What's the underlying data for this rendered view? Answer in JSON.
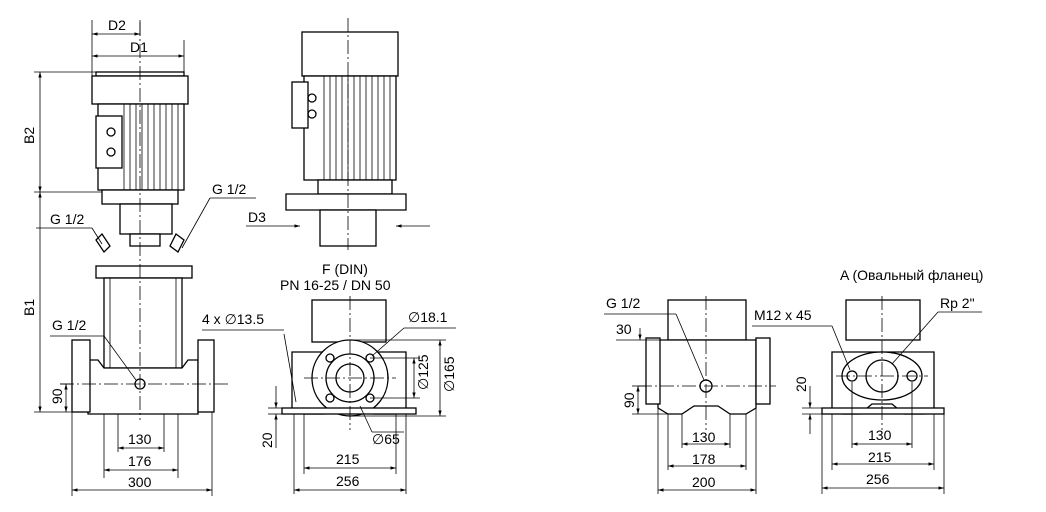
{
  "views": {
    "front": {
      "labels": {
        "d2": "D2",
        "d1": "D1",
        "b2": "B2",
        "b1": "B1",
        "g12_right": "G 1/2",
        "g12_left": "G 1/2",
        "g12_low": "G 1/2",
        "h90": "90",
        "w130": "130",
        "w176": "176",
        "w300": "300"
      }
    },
    "motor_side": {
      "labels": {
        "d3": "D3"
      }
    },
    "din": {
      "labels": {
        "title1": "F (DIN)",
        "title2": "PN 16-25 / DN 50",
        "holes": "4 x ∅13.5",
        "d181": "∅18.1",
        "d125": "∅125",
        "d165": "∅165",
        "h20": "20",
        "d65": "∅65",
        "w215": "215",
        "w256": "256"
      }
    },
    "side_thread": {
      "labels": {
        "g12": "G 1/2",
        "h30": "30",
        "h90": "90",
        "w130": "130",
        "w178": "178",
        "w200": "200"
      }
    },
    "oval": {
      "labels": {
        "title": "A (Овальный фланец)",
        "m12": "M12 x 45",
        "rp": "Rp 2\"",
        "h20": "20",
        "w130": "130",
        "w215": "215",
        "w256": "256"
      }
    }
  }
}
